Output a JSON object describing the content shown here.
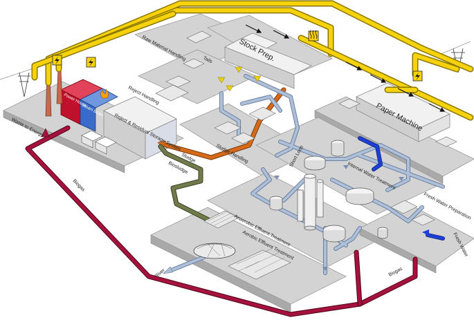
{
  "labels": {
    "waste_to_energy": "Waste to Energy",
    "power_house": "Power House",
    "steam_boiler": "Steam Boiler",
    "reject_storage": "Reject & Residual Storage System",
    "raw_material_handling": "Raw Material Handling",
    "tails": "Tails",
    "reject_handling": "Reject Handling",
    "stock_prep": "Stock Prep.",
    "paper_machine": "Paper Machine",
    "sludge_handling": "Sludge Handling",
    "sludge": "Sludge",
    "biosludge": "Biosludge",
    "short_loop": "Short Loop",
    "internal_water_treatment": "Internal Water Treatment",
    "fresh_water_preparation": "Fresh Water Preparation",
    "fresh_water": "Fresh Water",
    "anaerobic_treatment": "Anaerobic Effluent Treatment",
    "aerobic_treatment": "Aerobic Effluent Treatment",
    "biogas_left": "Biogas",
    "biogas_right": "Biogas",
    "river": "River"
  },
  "colors": {
    "power_line": "#f5d20c",
    "power_line_edge": "#8a7600",
    "biogas_pipe": "#a4123d",
    "sludge_pipe": "#d46a1a",
    "biosludge_pipe": "#707a4a",
    "water_pipe": "#aebfd8",
    "fresh_water_pipe": "#1e3fd8",
    "power_house": "#c0102c",
    "steam_boiler": "#3a6bc8"
  },
  "icons": [
    "electricity-icon",
    "steam-icon",
    "flame-icon",
    "power-pylon-icon"
  ]
}
